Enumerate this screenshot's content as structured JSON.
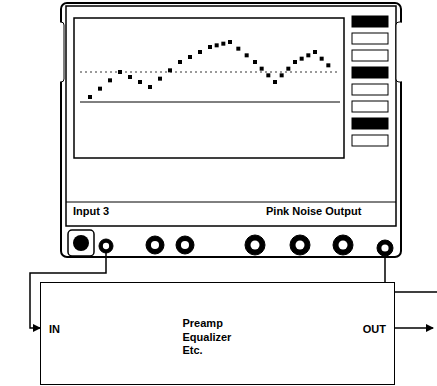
{
  "diagram": {
    "nodes": [
      {
        "text": [
          "Input 3",
          "Pink Noise Output"
        ]
      },
      {
        "text": [
          "IN",
          "Preamp Equalizer Etc.",
          "OUT"
        ]
      }
    ],
    "edges": [
      {
        "from": 0,
        "to": 1,
        "arrow": "to"
      }
    ]
  }
}
